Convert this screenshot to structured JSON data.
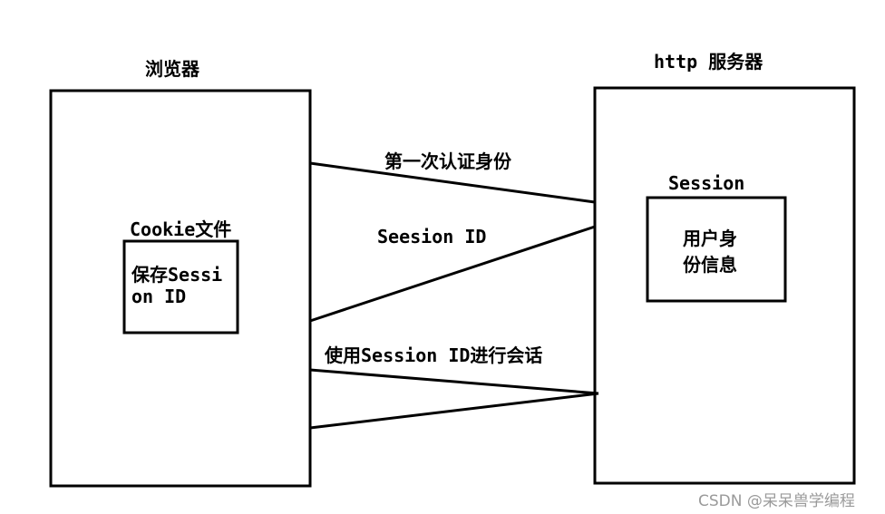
{
  "browser": {
    "title": "浏览器",
    "cookie_label": "Cookie文件",
    "cookie_content_line1": "保存Sessi",
    "cookie_content_line2": "on ID"
  },
  "server": {
    "title": "http 服务器",
    "session_label": "Session",
    "session_content_line1": "用户身",
    "session_content_line2": "份信息"
  },
  "arrows": {
    "auth_label": "第一次认证身份",
    "session_id_label": "Seesion ID",
    "use_session_label": "使用Session ID进行会话"
  },
  "watermark": "CSDN @呆呆兽学编程"
}
